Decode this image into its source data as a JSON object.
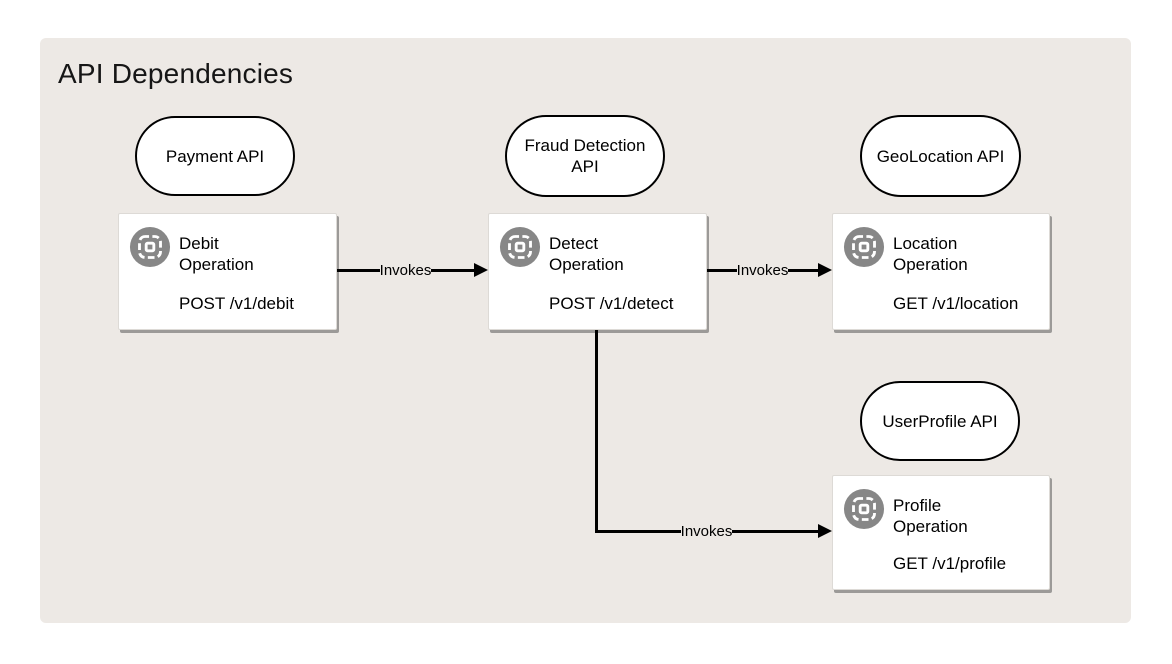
{
  "title": "API Dependencies",
  "colors": {
    "canvas_background": "#ffffff",
    "panel_background": "#ede9e5",
    "node_fill": "#ffffff",
    "node_shadow": "#9c9a98",
    "line": "#000000",
    "icon_background": "#878787",
    "text": "#161616"
  },
  "groups": {
    "payment": {
      "label": "Payment API"
    },
    "fraud": {
      "label": "Fraud Detection API"
    },
    "geo": {
      "label": "GeoLocation API"
    },
    "userprofile": {
      "label": "UserProfile API"
    }
  },
  "operations": {
    "debit": {
      "name": "Debit Operation",
      "endpoint": "POST /v1/debit",
      "icon": "operation-icon"
    },
    "detect": {
      "name": "Detect Operation",
      "endpoint": "POST /v1/detect",
      "icon": "operation-icon"
    },
    "location": {
      "name": "Location Operation",
      "endpoint": "GET /v1/location",
      "icon": "operation-icon"
    },
    "profile": {
      "name": "Profile Operation",
      "endpoint": "GET /v1/profile",
      "icon": "operation-icon"
    }
  },
  "edges": {
    "debit_to_detect": {
      "label": "Invokes"
    },
    "detect_to_location": {
      "label": "Invokes"
    },
    "detect_to_profile": {
      "label": "Invokes"
    }
  }
}
